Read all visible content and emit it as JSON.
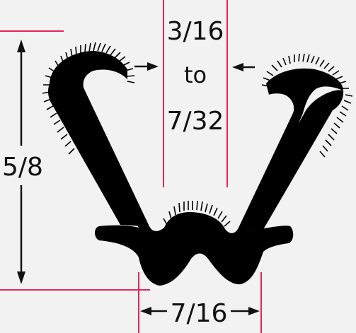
{
  "diagram": {
    "labels": {
      "height": "5/8",
      "gap_top": "3/16",
      "gap_mid": "to",
      "gap_bottom": "7/32",
      "base_width": "7/16"
    },
    "colors": {
      "background": "#f2f2f2",
      "profile": "#000000",
      "guide_line": "#e8245a",
      "arrow": "#111111",
      "text": "#111111"
    }
  }
}
